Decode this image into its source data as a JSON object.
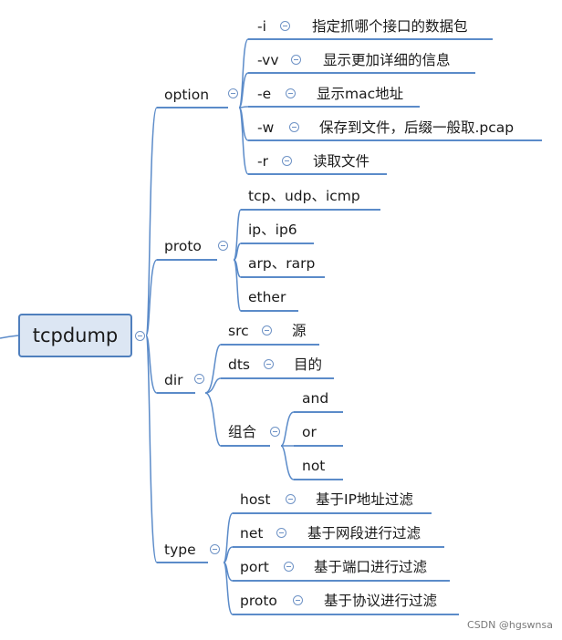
{
  "root": {
    "label": "tcpdump"
  },
  "branches": {
    "option": {
      "label": "option",
      "items": [
        {
          "key": "-i",
          "desc": "指定抓哪个接口的数据包"
        },
        {
          "key": "-vv",
          "desc": "显示更加详细的信息"
        },
        {
          "key": "-e",
          "desc": "显示mac地址"
        },
        {
          "key": "-w",
          "desc": "保存到文件，后缀一般取.pcap"
        },
        {
          "key": "-r",
          "desc": "读取文件"
        }
      ]
    },
    "proto": {
      "label": "proto",
      "items": [
        {
          "key": "tcp、udp、icmp"
        },
        {
          "key": "ip、ip6"
        },
        {
          "key": "arp、rarp"
        },
        {
          "key": "ether"
        }
      ]
    },
    "dir": {
      "label": "dir",
      "items": [
        {
          "key": "src",
          "desc": "源"
        },
        {
          "key": "dts",
          "desc": "目的"
        },
        {
          "key": "组合",
          "children": [
            "and",
            "or",
            "not"
          ]
        }
      ]
    },
    "type": {
      "label": "type",
      "items": [
        {
          "key": "host",
          "desc": "基于IP地址过滤"
        },
        {
          "key": "net",
          "desc": "基于网段进行过滤"
        },
        {
          "key": "port",
          "desc": "基于端口进行过滤"
        },
        {
          "key": "proto",
          "desc": "基于协议进行过滤"
        }
      ]
    }
  },
  "watermark": "CSDN @hgswnsa",
  "colors": {
    "line": "#5b8bc9",
    "root_fill": "#dce6f3",
    "root_border": "#4f7fbd"
  }
}
